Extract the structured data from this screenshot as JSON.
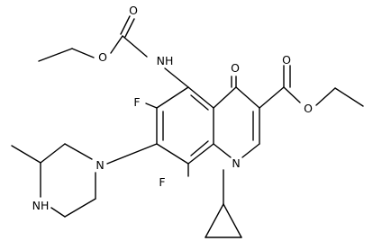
{
  "molecule": {
    "atoms": {
      "o_carbamate_carbonyl": "O",
      "o_carbamate_ester": "O",
      "nh_amide": "NH",
      "o_ketone": "O",
      "o_acid_carbonyl": "O",
      "o_acid_ester": "O",
      "f_6": "F",
      "f_8": "F",
      "n_piperazine": "N",
      "nh_piperazine": "NH",
      "n_quinolone": "N"
    }
  }
}
